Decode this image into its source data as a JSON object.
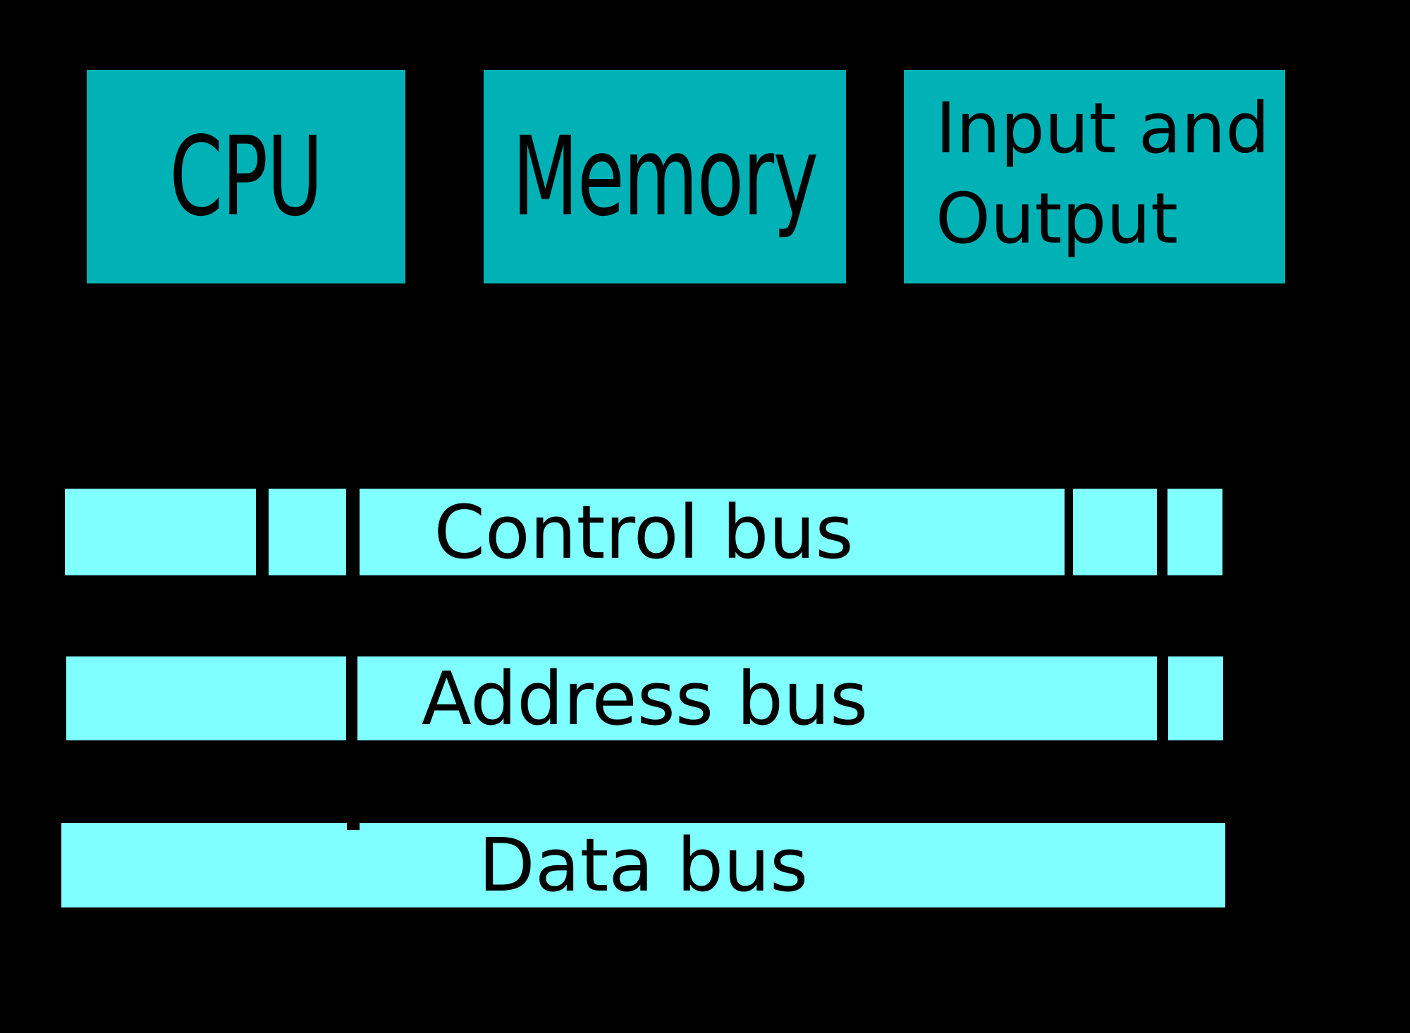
{
  "diagram": {
    "background_color": "#000000",
    "box_fill_color": "#00B1B5",
    "bus_fill_color": "#7FFFFF",
    "text_color": "#000000",
    "boxes": [
      {
        "id": "cpu",
        "label": "CPU"
      },
      {
        "id": "memory",
        "label": "Memory"
      },
      {
        "id": "io",
        "label": "Input and Output",
        "label_line1": "Input and",
        "label_line2": "Output"
      }
    ],
    "buses": [
      {
        "id": "control-bus",
        "label": "Control bus"
      },
      {
        "id": "address-bus",
        "label": "Address bus"
      },
      {
        "id": "data-bus",
        "label": "Data bus"
      }
    ]
  }
}
